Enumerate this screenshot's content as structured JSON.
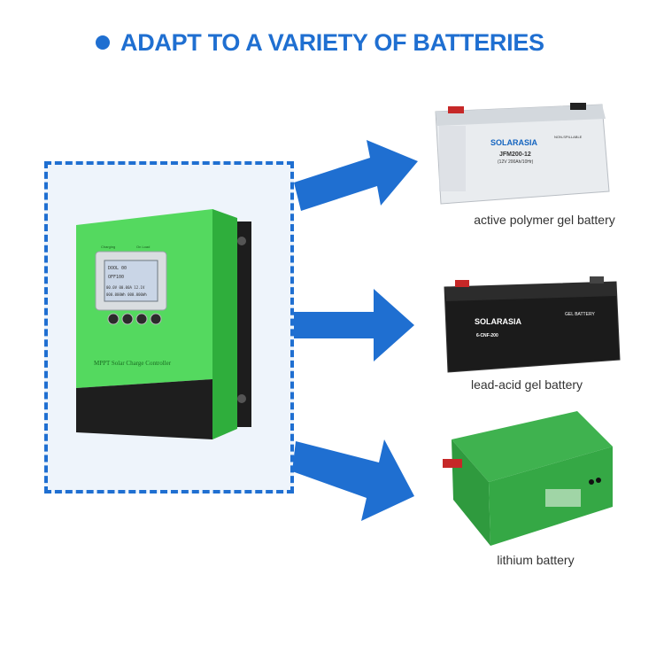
{
  "header": {
    "title": "ADAPT TO A VARIETY OF BATTERIES"
  },
  "colors": {
    "accent": "#1f6fd1",
    "controller_green": "#4fd45a",
    "box_fill": "#eef4fb"
  },
  "controller": {
    "label": "MPPT Solar Charge Controller",
    "screen_lines": [
      "DOOL 00",
      "OFF100",
      "00.0V 00.00A 12.1V",
      "000.000Wh 000.000Wh"
    ],
    "top_labels": [
      "Charging",
      "On Load"
    ]
  },
  "batteries": [
    {
      "caption": "active polymer gel battery",
      "brand": "SOLARASIA",
      "model": "JFM200-12",
      "spec": "(12V 200Ah/10Hr)",
      "badge": "NON-SPILLABLE"
    },
    {
      "caption": "lead-acid gel battery",
      "brand": "SOLARASIA",
      "model": "6-CNF-200",
      "badge": "GEL BATTERY"
    },
    {
      "caption": "lithium battery"
    }
  ]
}
